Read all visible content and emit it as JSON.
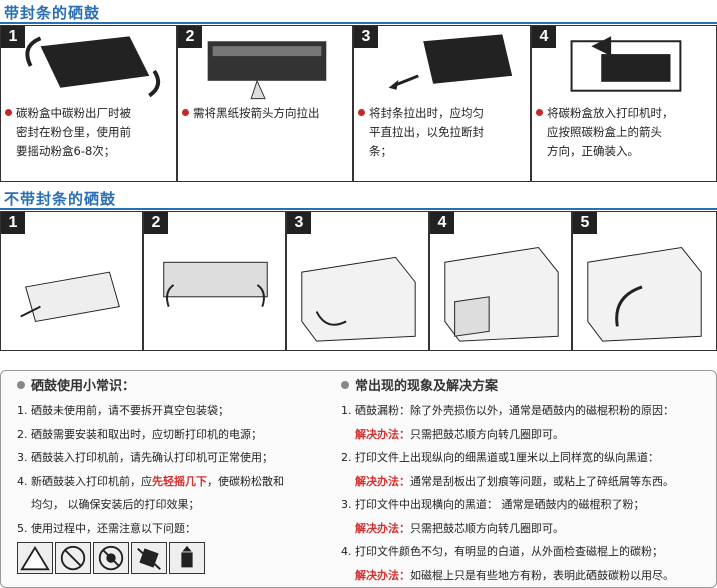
{
  "section1": {
    "title": "带封条的硒鼓"
  },
  "section1_steps": [
    {
      "num": "1",
      "lines": [
        "碳粉盒中碳粉出厂时被",
        "密封在粉仓里，使用前",
        "要摇动粉盒6-8次；"
      ]
    },
    {
      "num": "2",
      "lines": [
        "需将黑纸按箭头方向拉出"
      ]
    },
    {
      "num": "3",
      "lines": [
        "将封条拉出时，应均匀",
        "平直拉出，以免拉断封",
        "条；"
      ]
    },
    {
      "num": "4",
      "lines": [
        "将碳粉盒放入打印机时，",
        "应按照碳粉盒上的箭头",
        "方向，正确装入。"
      ]
    }
  ],
  "section2": {
    "title": "不带封条的硒鼓"
  },
  "section2_steps": [
    {
      "num": "1"
    },
    {
      "num": "2"
    },
    {
      "num": "3"
    },
    {
      "num": "4"
    },
    {
      "num": "5"
    }
  ],
  "tips": {
    "title": "硒鼓使用小常识：",
    "items": [
      "1. 硒鼓未使用前，请不要拆开真空包装袋；",
      "2. 硒鼓需要安装和取出时，应切断打印机的电源；",
      "3. 硒鼓装入打印机前，请先确认打印机可正常使用；",
      "5. 使用过程中，还需注意以下问题："
    ],
    "item4_pre": "4. 新硒鼓装入打印机前，应",
    "item4_red": "先轻摇几下",
    "item4_post": "，使碳粉松散和",
    "item4_line2": "均匀，   以确保安装后的打印效果；"
  },
  "issues": {
    "title": "常出现的现象及解决方案",
    "solution_label": "解决办法：",
    "items": [
      {
        "problem": "1. 硒鼓漏粉：除了外壳损伤以外，通常是硒鼓内的磁棍积粉的原因：",
        "solution": "只需把鼓芯顺方向转几圈即可。"
      },
      {
        "problem": "2. 打印文件上出现纵向的细黑道或1厘米以上同样宽的纵向黑道：",
        "solution": "通常是刮板出了划痕等问题，或粘上了碎纸屑等东西。"
      },
      {
        "problem": "3. 打印文件中出现横向的黑道：  通常是硒鼓内的磁棍积了粉；",
        "solution": "只需把鼓芯顺方向转几圈即可。"
      },
      {
        "problem": "4. 打印文件颜色不匀，有明显的白道，从外面检查磁棍上的碳粉；",
        "solution": "如磁棍上只是有些地方有粉，表明此硒鼓碳粉以用尽。"
      }
    ]
  },
  "colors": {
    "accent": "#2a6fb3",
    "warning": "#d32f2f"
  }
}
